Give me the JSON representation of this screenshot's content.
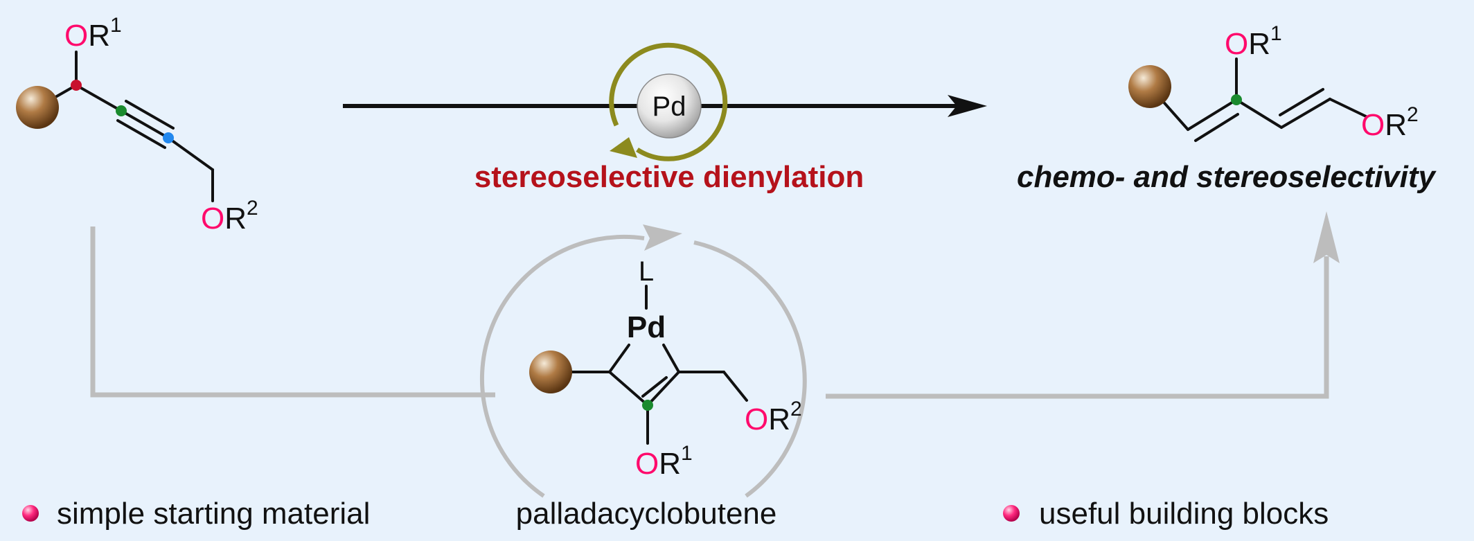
{
  "catalyst": {
    "label": "Pd"
  },
  "reaction": {
    "condition_label": "stereoselective dienylation",
    "product_feature": "chemo- and stereoselectivity"
  },
  "intermediate": {
    "ligand": "L",
    "metal": "Pd",
    "name": "palladacyclobutene"
  },
  "substituents": {
    "o_letter": "O",
    "r1": "R",
    "r1_sup": "1",
    "r2": "R",
    "r2_sup": "2"
  },
  "bullets": {
    "left": "simple starting material",
    "right": "useful building blocks"
  },
  "colors": {
    "background": "#e8f2fc",
    "oxygen": "#ff0a6c",
    "title_red": "#b5121b",
    "dot_green": "#1a8a2e",
    "dot_blue": "#2288ee",
    "dot_red": "#c8102e",
    "loop_arrow": "#8c8a1e",
    "gray_flow": "#bdbdbd",
    "ball": "#8a5a2b"
  }
}
